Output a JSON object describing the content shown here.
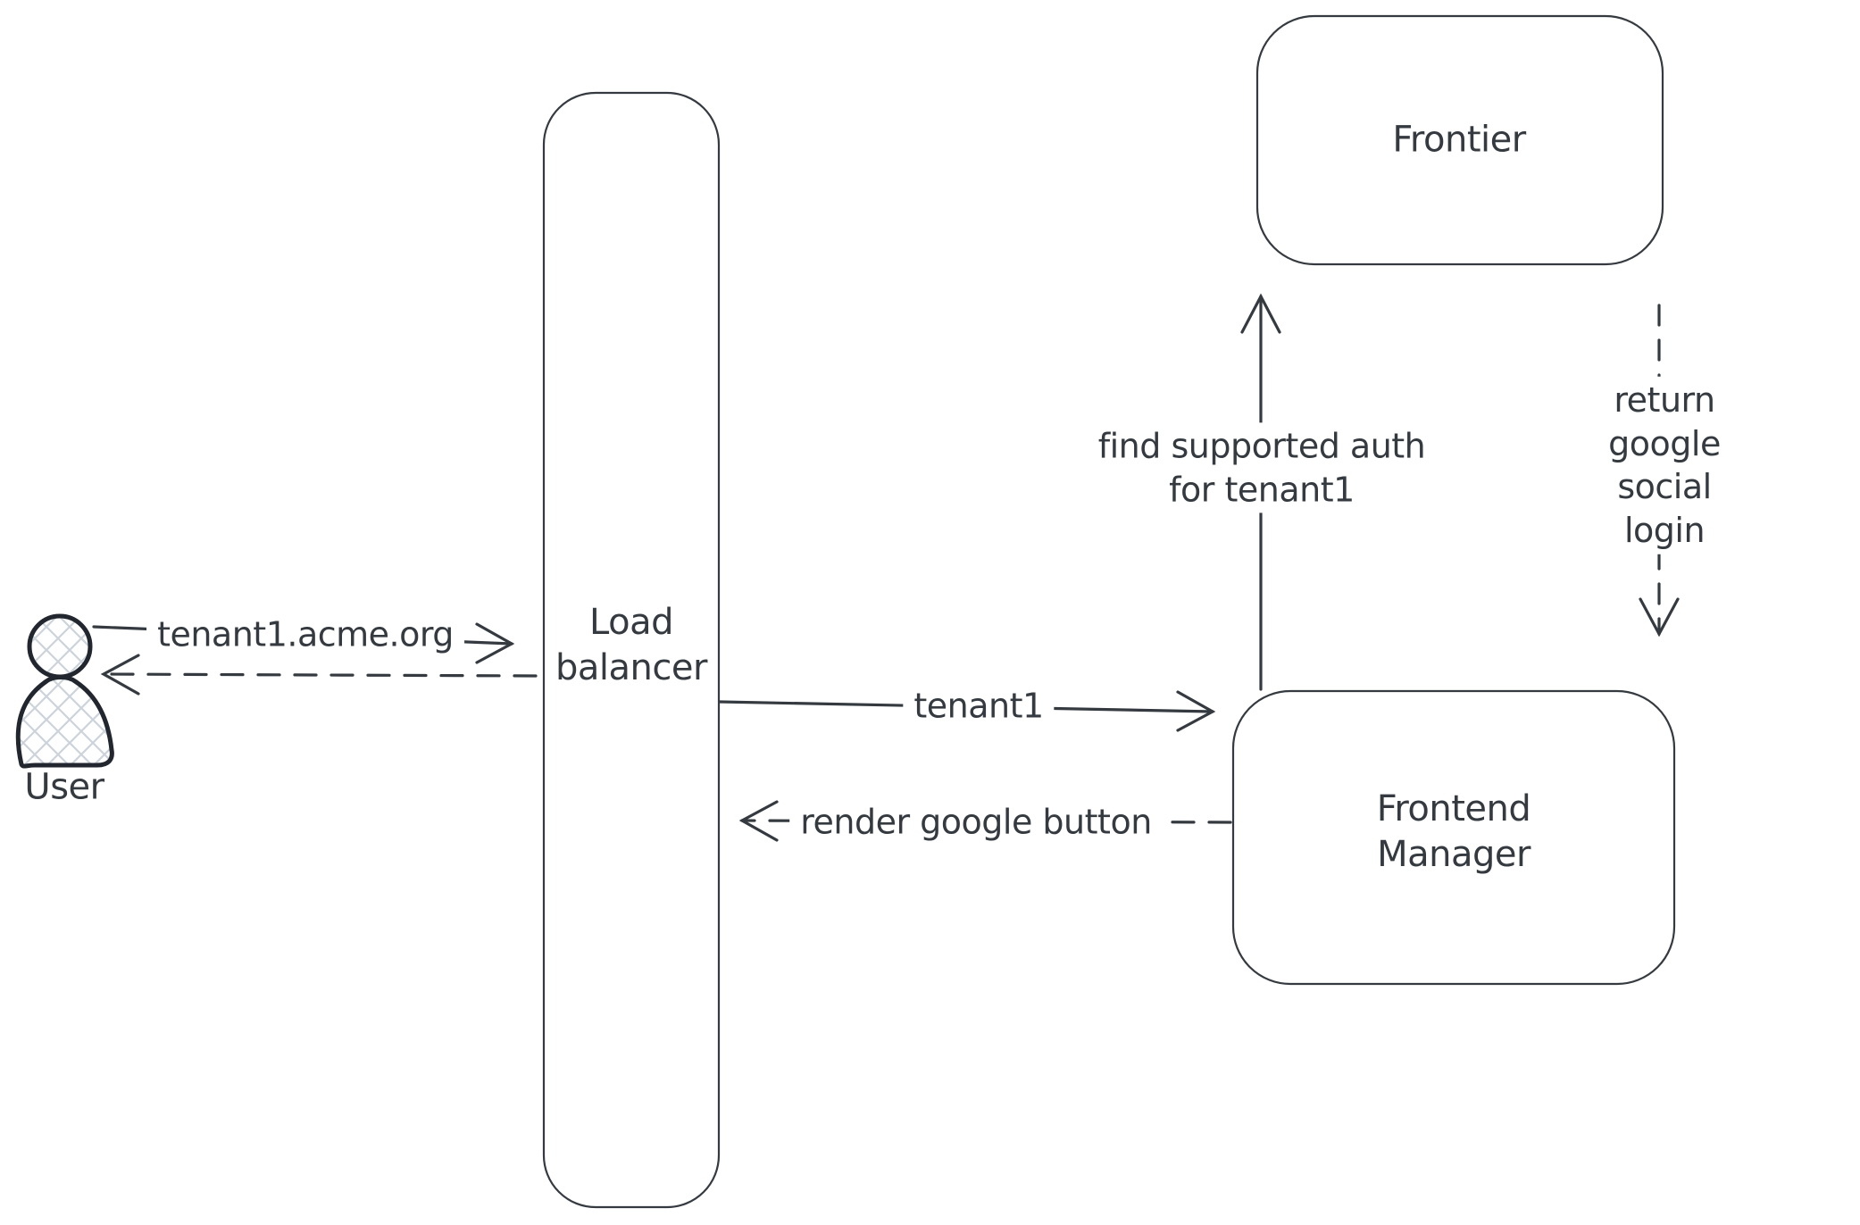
{
  "diagram": {
    "type": "flow-diagram",
    "background": "#ffffff",
    "stroke_color": "#343a40",
    "user_icon_stroke": "#22262e",
    "user_icon_hatch_color": "#ccd3da",
    "nodes": {
      "user": {
        "label": "User",
        "shape": "person-icon"
      },
      "load_balancer": {
        "label": "Load\nbalancer",
        "shape": "rounded-rect"
      },
      "frontier": {
        "label": "Frontier",
        "shape": "rounded-rect"
      },
      "frontend_manager": {
        "label": "Frontend\nManager",
        "shape": "rounded-rect"
      }
    },
    "edges": {
      "request": {
        "label": "tenant1.acme.org",
        "style": "solid",
        "from": "user",
        "to": "load_balancer"
      },
      "response": {
        "label": "",
        "style": "dashed",
        "from": "load_balancer",
        "to": "user"
      },
      "tenant_forward": {
        "label": "tenant1",
        "style": "solid",
        "from": "load_balancer",
        "to": "frontend_manager"
      },
      "render_button": {
        "label": "render google button",
        "style": "dashed",
        "from": "frontend_manager",
        "to": "load_balancer"
      },
      "find_auth": {
        "label": "find supported auth\nfor tenant1",
        "style": "solid",
        "from": "frontend_manager",
        "to": "frontier"
      },
      "return_login": {
        "label": "return google social\nlogin",
        "style": "dashed",
        "from": "frontier",
        "to": "frontend_manager"
      }
    }
  }
}
